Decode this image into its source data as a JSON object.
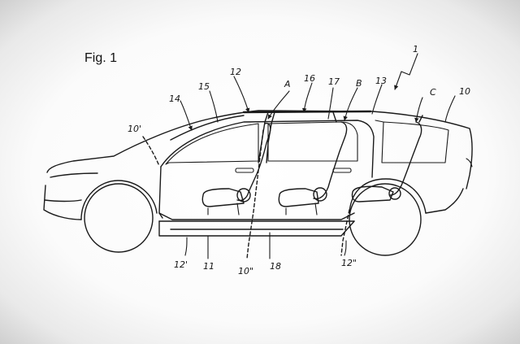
{
  "figure": {
    "title": "Fig. 1",
    "labels": {
      "n1": "1",
      "n10": "10",
      "n10p": "10'",
      "n10pp": "10\"",
      "n11": "11",
      "n12": "12",
      "n12p": "12'",
      "n12pp": "12\"",
      "n13": "13",
      "n14": "14",
      "n15": "15",
      "n16": "16",
      "n17": "17",
      "n18": "18",
      "pillarA": "A",
      "pillarB": "B",
      "pillarC": "C"
    }
  }
}
